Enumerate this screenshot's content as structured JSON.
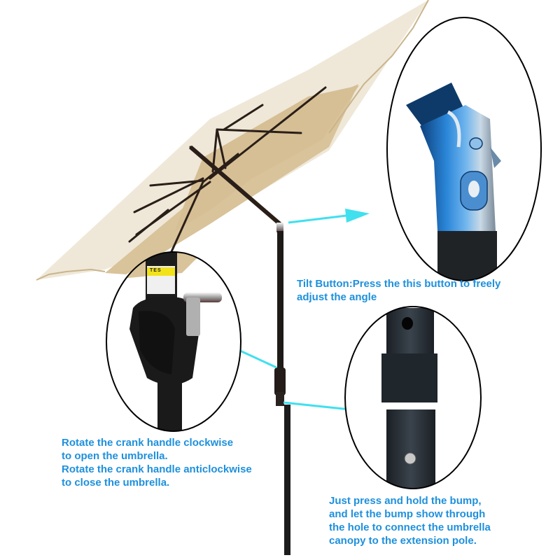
{
  "colors": {
    "caption_text": "#1e90dc",
    "arrow": "#40e0ee",
    "canopy_top": "#efe8d8",
    "canopy_under": "#d9c39a",
    "rib": "#2a1e18",
    "pole": "#1e1a18",
    "tilt_blue": "#1f6fc0",
    "callout_outline": "#000000",
    "sticker_yellow": "#f2e21a"
  },
  "callouts": {
    "tilt": {
      "icon": "tilt-button-closeup",
      "lines": [
        "Tilt Button:Press the this button to freely",
        "adjust the angle"
      ]
    },
    "crank": {
      "icon": "crank-handle-closeup",
      "sticker_text": "TES",
      "lines": [
        "Rotate the crank handle clockwise",
        "to open the umbrella.",
        "Rotate the crank handle anticlockwise",
        "to close the umbrella."
      ]
    },
    "bump": {
      "icon": "pole-connector-closeup",
      "lines": [
        "Just press and hold the bump,",
        "and let the bump show through",
        "the hole to connect the umbrella",
        "canopy to the extension pole."
      ]
    }
  }
}
